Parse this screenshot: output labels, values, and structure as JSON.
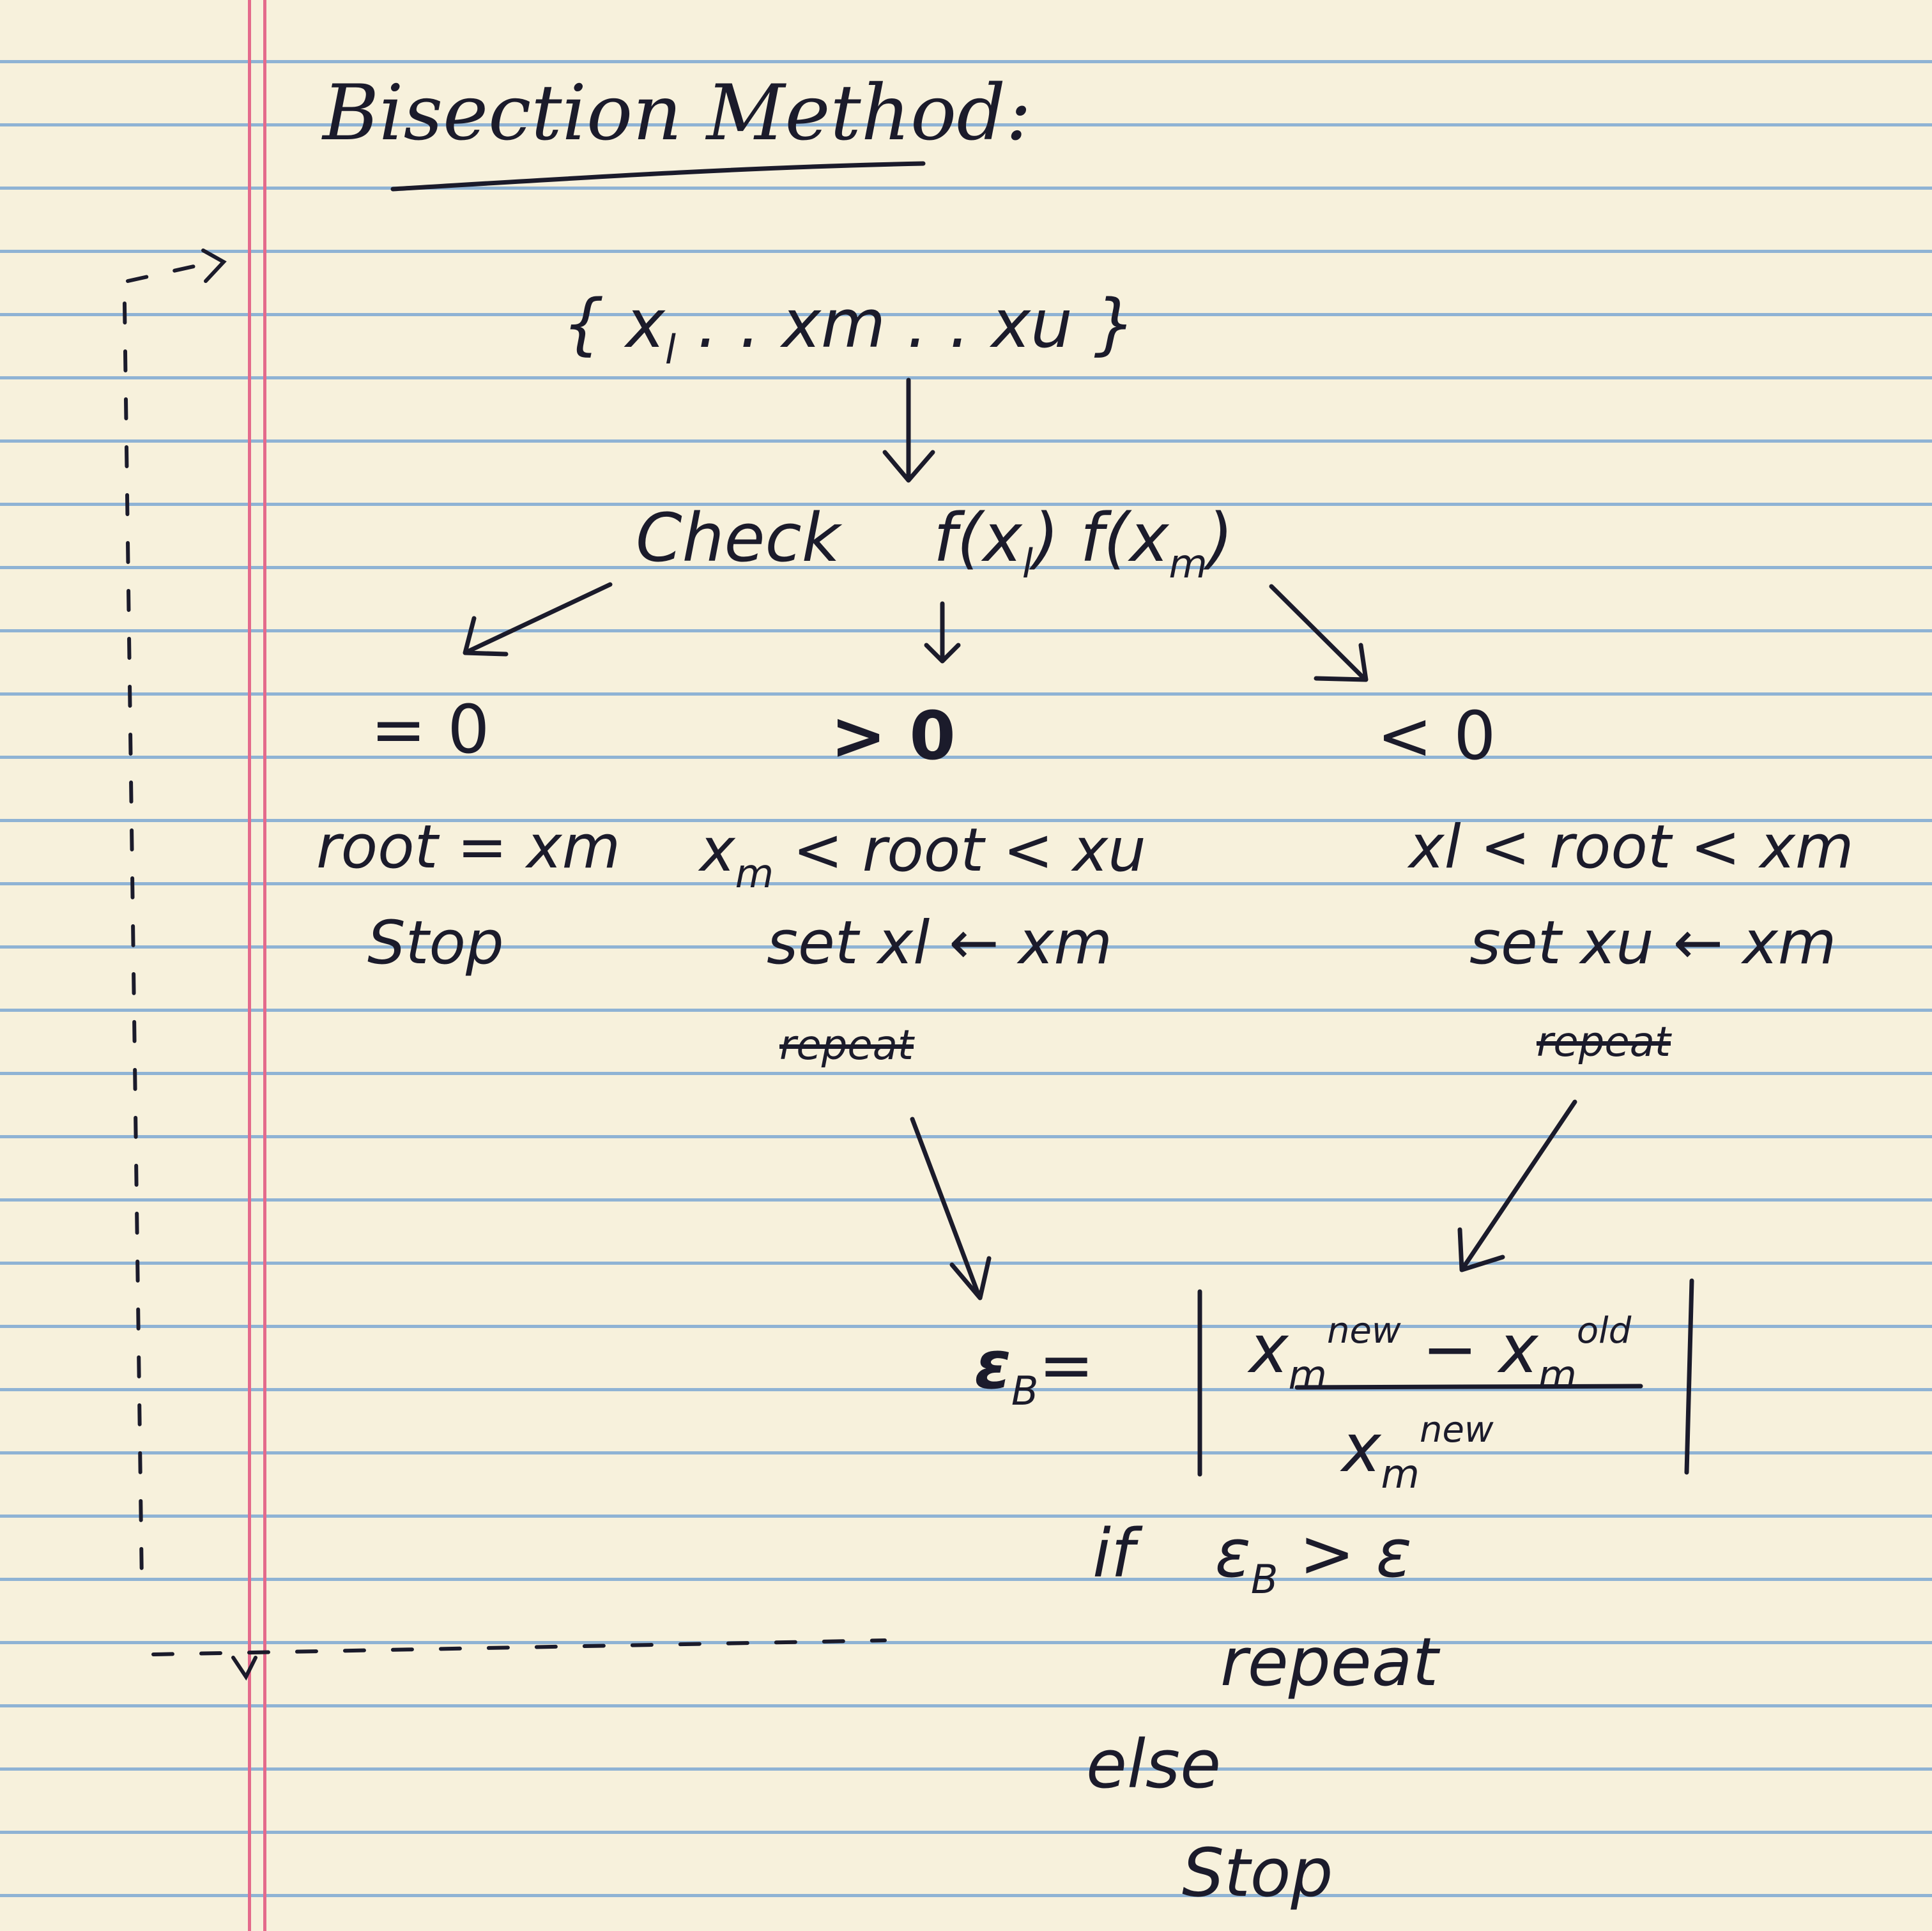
{
  "title": "Bisection Method:",
  "start": {
    "open_brace": "{",
    "x": "x",
    "l_sub": "l",
    "sep1": " . . ",
    "xm": "xm",
    "sep2": " . . ",
    "xu": "xu",
    "close_brace": "}"
  },
  "check": {
    "label": "Check",
    "f1": "f(x",
    "f1_sub": "l",
    "f2": ") f(x",
    "f2_sub": "m",
    "close": ")"
  },
  "branches": {
    "left": {
      "condition": "= 0",
      "result": "root = xm",
      "action": "Stop"
    },
    "middle": {
      "condition": "> 0",
      "range_x": "x",
      "range_x_sub": "m",
      "range_rest": " < root < xu",
      "action": "set xl ← xm",
      "crossed": "repeat"
    },
    "right": {
      "condition": "< 0",
      "range": "xl < root < xm",
      "action": "set xu ← xm",
      "crossed": "repeat"
    }
  },
  "error": {
    "eps": "ε",
    "eps_sub": "B",
    "eq": "=",
    "num_x1": "x",
    "num_sub1": "m",
    "num_sup1": "new",
    "minus": " − ",
    "num_x2": "x",
    "num_sub2": "m",
    "num_sup2": "old",
    "den_x": "x",
    "den_sub": "m",
    "den_sup": "new"
  },
  "decision": {
    "if_label": "if",
    "cond_eps": "ε",
    "cond_sub": "B",
    "cond_rest": " > ε",
    "then": "repeat",
    "else_label": "else",
    "stop": "Stop"
  },
  "colors": {
    "paper": "#f7f1dc",
    "rule_line": "#8fb3d4",
    "margin_line": "#e46b8c",
    "ink": "#1b1b2b"
  }
}
